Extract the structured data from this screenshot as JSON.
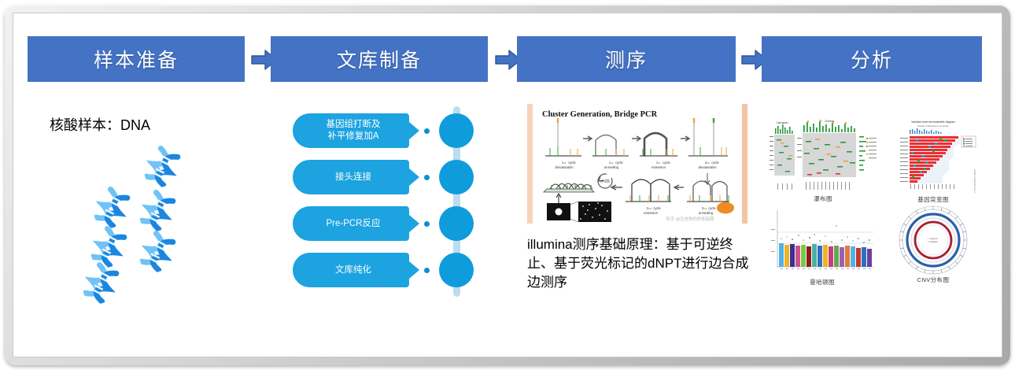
{
  "workflow": {
    "steps": [
      {
        "title": "样本准备"
      },
      {
        "title": "文库制备"
      },
      {
        "title": "测序"
      },
      {
        "title": "分析"
      }
    ],
    "arrow_icon": "arrow-right-icon"
  },
  "sample": {
    "label": "核酸样本：DNA",
    "icon": "dna-helix-icon",
    "icon_count": 6,
    "colors": {
      "light": "#6FC3F7",
      "dark": "#1B86E0"
    }
  },
  "library": {
    "steps": [
      {
        "line1": "基因组打断及",
        "line2": "补平修复加A"
      },
      {
        "line1": "接头连接",
        "line2": ""
      },
      {
        "line1": "Pre-PCR反应",
        "line2": ""
      },
      {
        "line1": "文库纯化",
        "line2": ""
      }
    ],
    "colors": {
      "pill": "#1CA3E0",
      "node": "#0E9CDC",
      "track": "#bcdcf0"
    }
  },
  "sequencing": {
    "image_title": "Cluster Generation, Bridge PCR",
    "image_name": "bridge-pcr-diagram",
    "stage_labels": [
      "1st cycle denaturation",
      "1st cycle annealing",
      "1st cycle extension",
      "2nd cycle denaturation",
      "2nd cycle annealing",
      "2nd cycle extension"
    ],
    "cycle_note": "n=25",
    "watermark": "知乎 @生信狗的修炼秘籍",
    "caption": "illumina测序基础原理：基于可逆终止、基于荧光标记的dNPT进行边合成边测序"
  },
  "analysis": {
    "thumbnails": [
      {
        "label": "瀑布图",
        "name": "oncoprint-thumbnail"
      },
      {
        "label": "基因突变图",
        "name": "mutation-diagram-thumbnail"
      },
      {
        "label": "曼哈顿图",
        "name": "manhattan-plot-thumbnail"
      },
      {
        "label": "CNV分布图",
        "name": "circos-cnv-thumbnail"
      }
    ],
    "thumb2_title": "Variation level demonstrable diagram",
    "thumb2_subtitle": "Number of aberrations per sample"
  },
  "theme": {
    "header_blue": "#4472C4",
    "accent_cyan": "#1CA3E0",
    "frame_gray": "#bdbdbd"
  }
}
